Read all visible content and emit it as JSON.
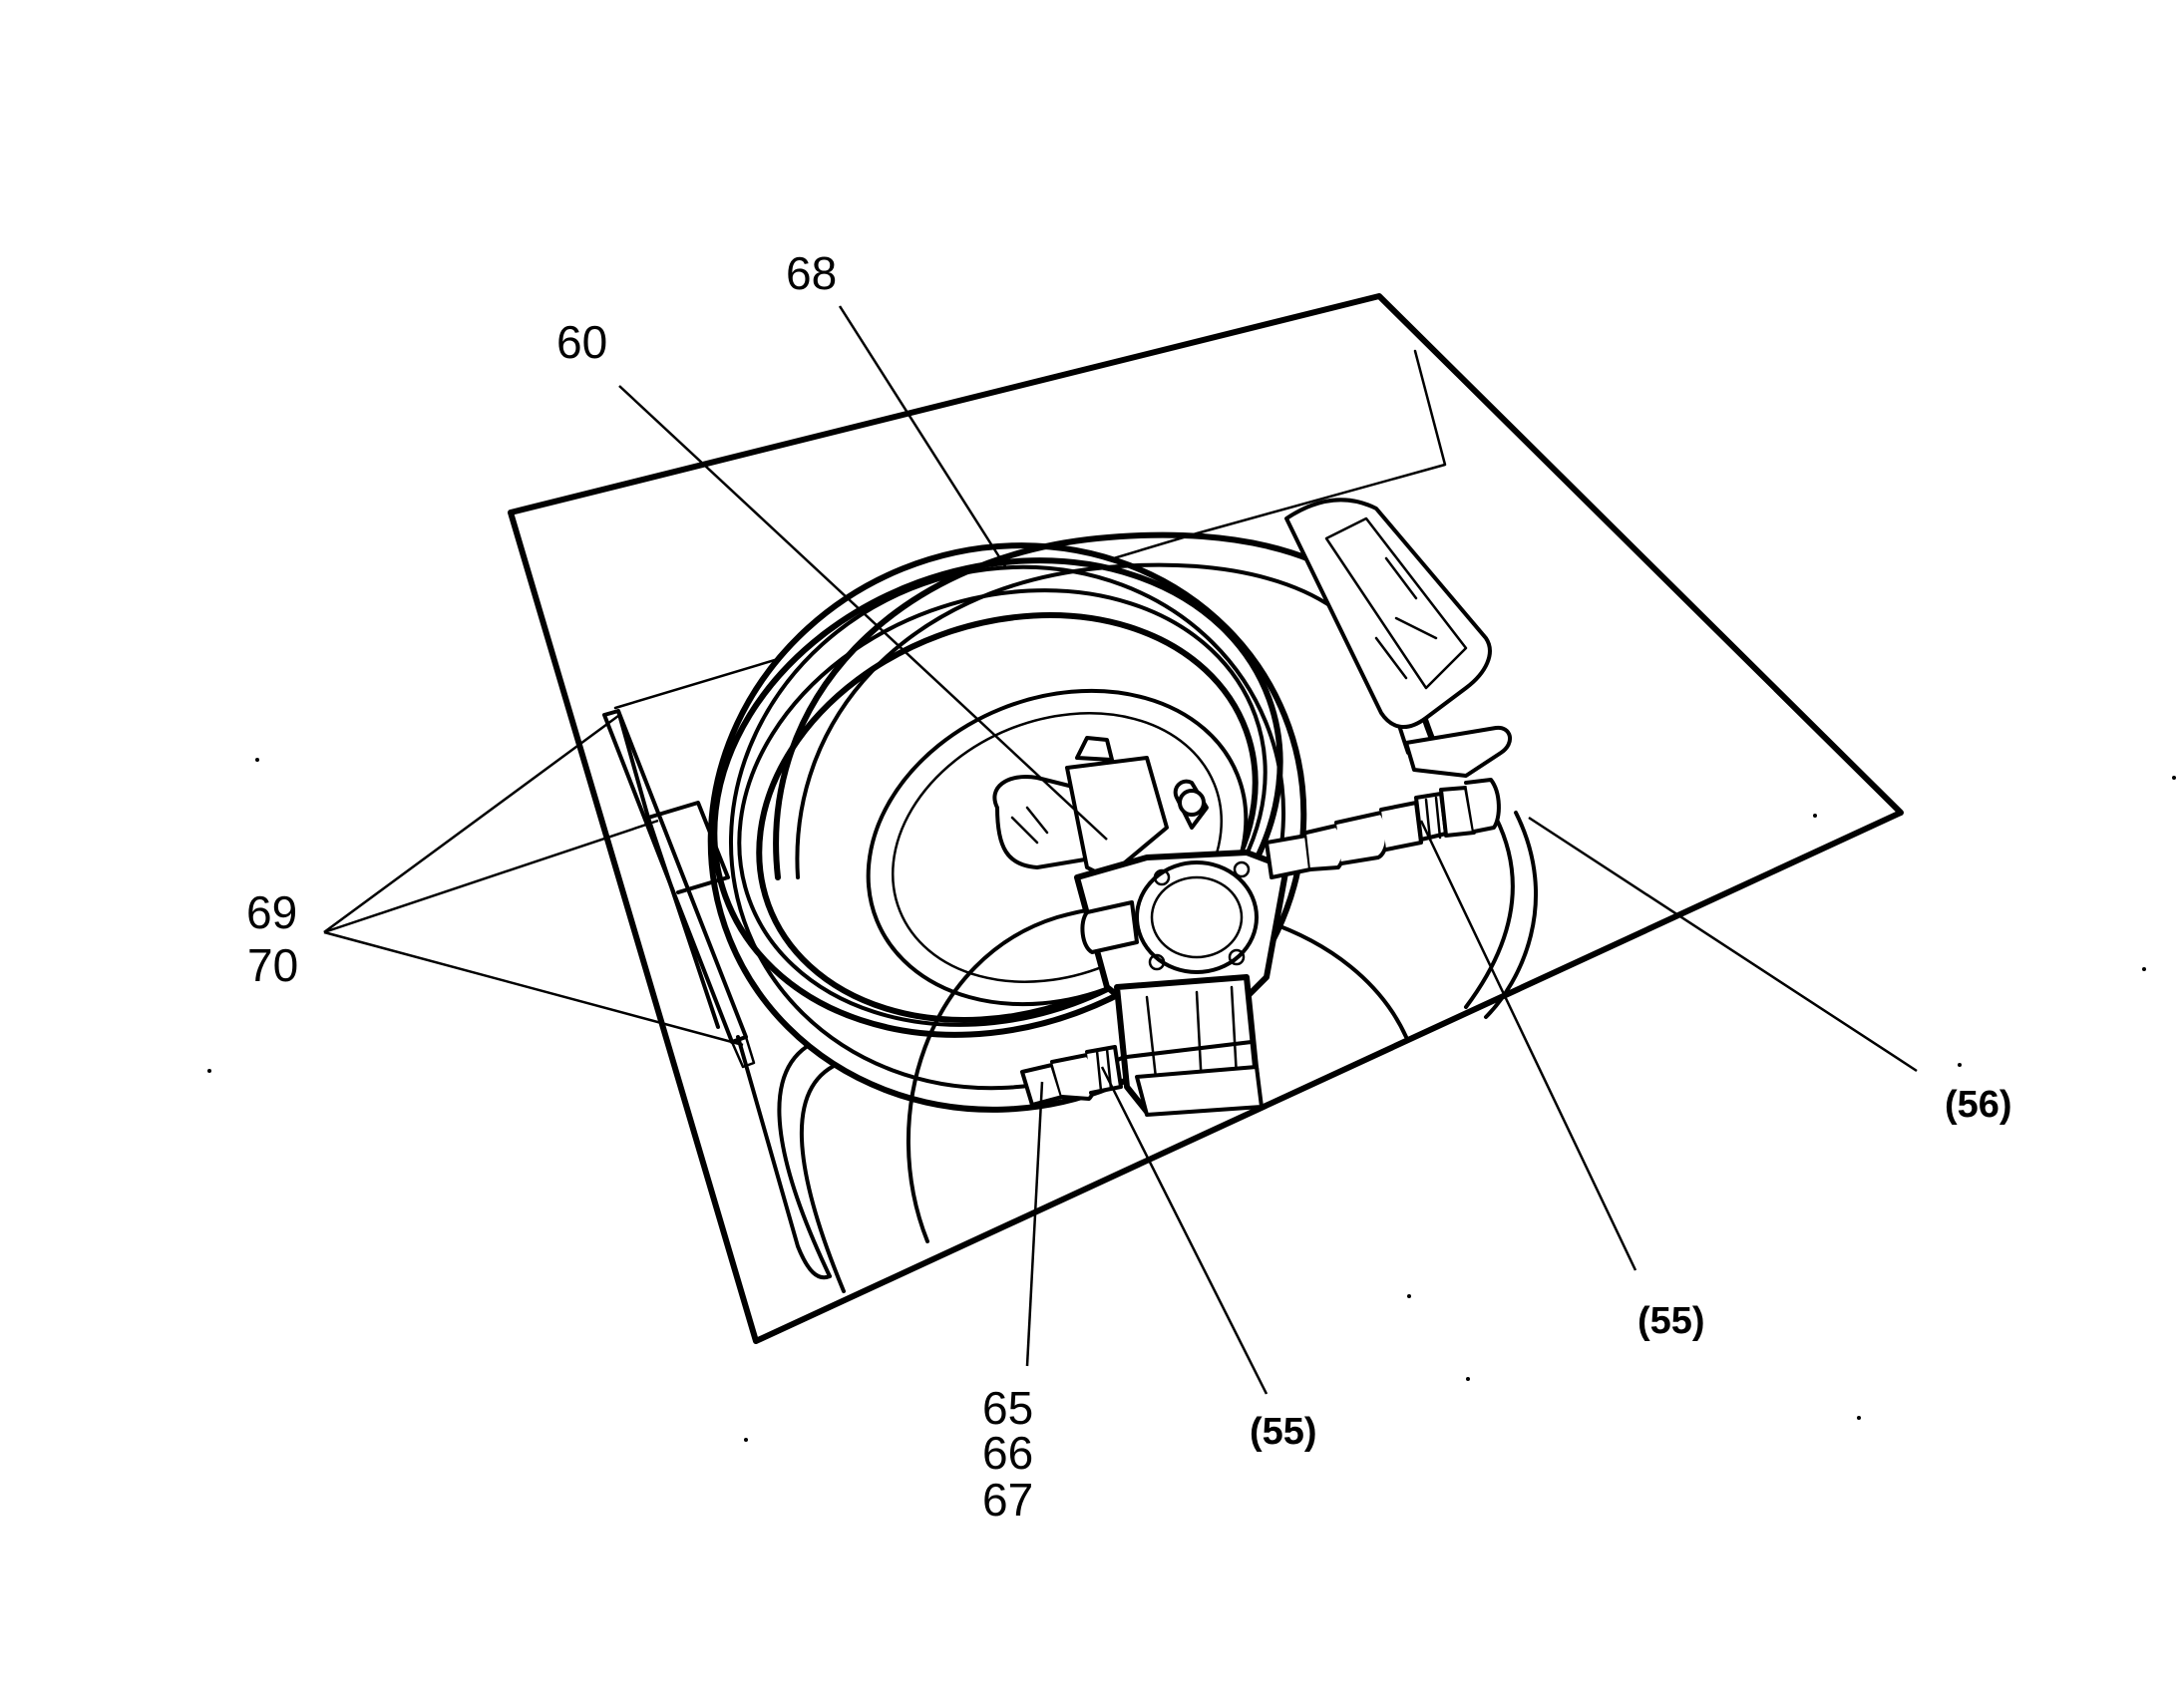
{
  "callouts": {
    "c68": "68",
    "c60": "60",
    "c69": "69",
    "c70": "70",
    "c56": "(56)",
    "c55_right": "(55)",
    "c55_bottom": "(55)",
    "c65": "65",
    "c66": "66",
    "c67": "67"
  },
  "colors": {
    "ink": "#000000",
    "paper": "#ffffff"
  }
}
